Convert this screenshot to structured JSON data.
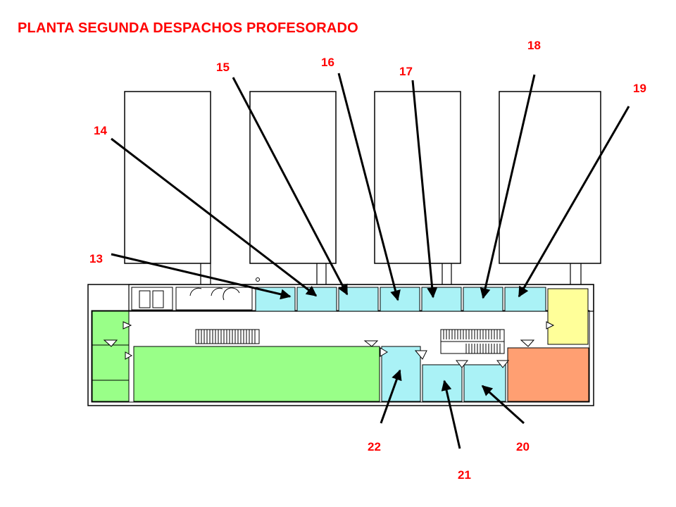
{
  "title": "PLANTA SEGUNDA DESPACHOS PROFESORADO",
  "colors": {
    "label": "#ff0000",
    "office": "#aaf2f6",
    "green_room": "#99ff88",
    "yellow_room": "#ffff99",
    "orange_room": "#ff9f72",
    "outline": "#000000"
  },
  "offices": [
    {
      "id": "13",
      "label": "13"
    },
    {
      "id": "14",
      "label": "14"
    },
    {
      "id": "15",
      "label": "15"
    },
    {
      "id": "16",
      "label": "16"
    },
    {
      "id": "17",
      "label": "17"
    },
    {
      "id": "18",
      "label": "18"
    },
    {
      "id": "19",
      "label": "19"
    },
    {
      "id": "20",
      "label": "20"
    },
    {
      "id": "21",
      "label": "21"
    },
    {
      "id": "22",
      "label": "22"
    }
  ]
}
